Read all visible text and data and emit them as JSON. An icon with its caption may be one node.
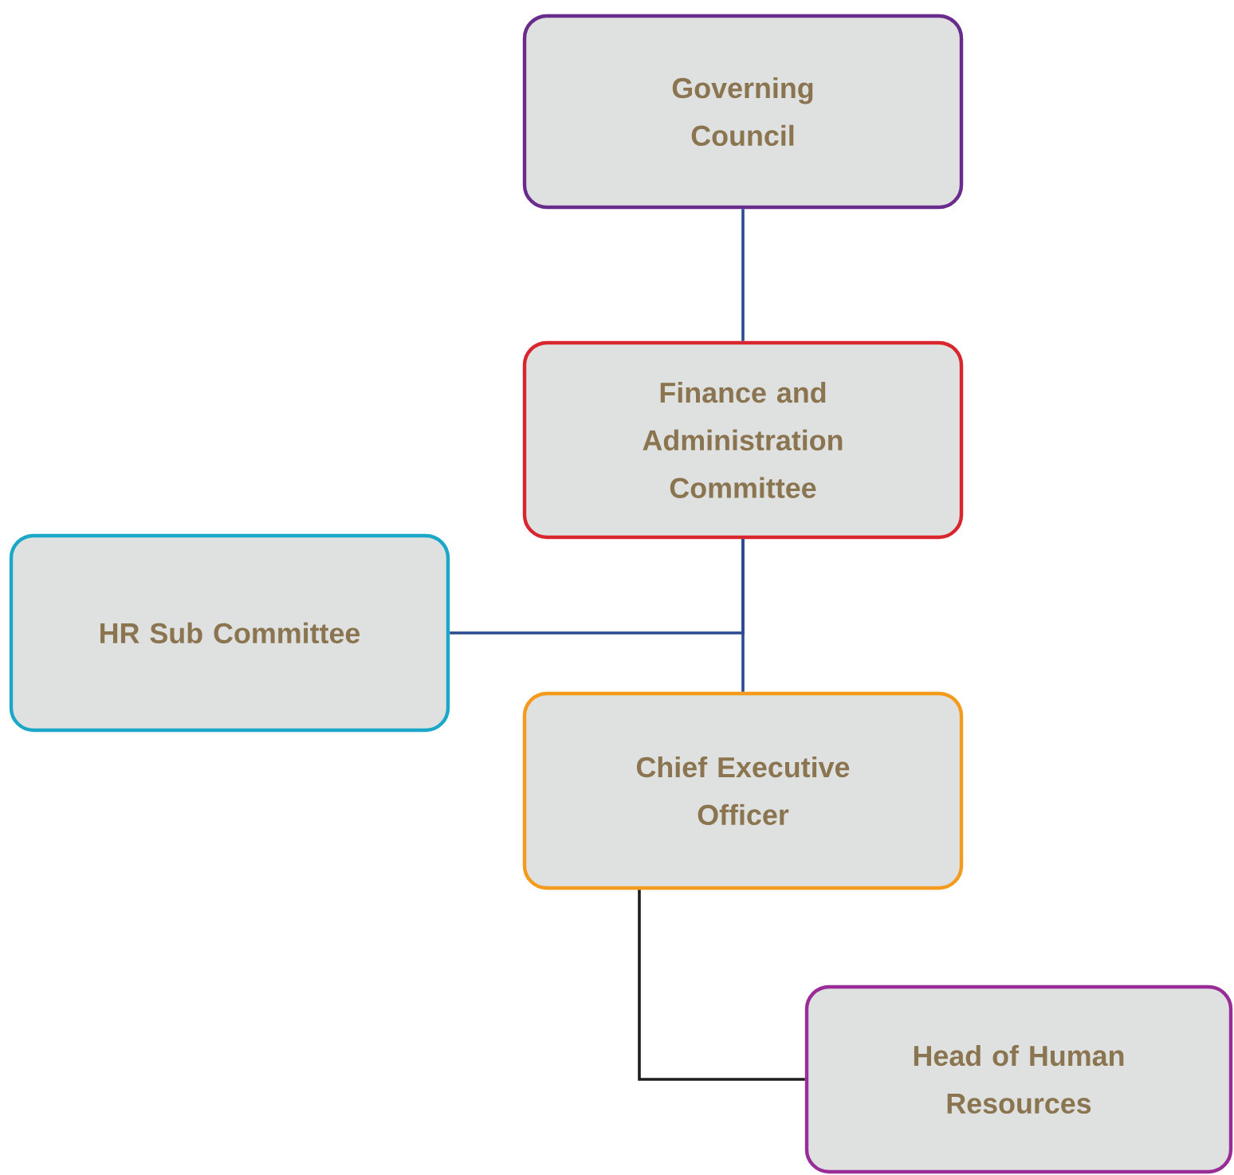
{
  "diagram": {
    "nodes": [
      {
        "text": [
          "Governing Council"
        ]
      },
      {
        "text": [
          "Finance and Administration Committee"
        ]
      },
      {
        "text": [
          "HR Sub Committee"
        ]
      },
      {
        "text": [
          "Chief Executive Officer"
        ]
      },
      {
        "text": [
          "Head of Human Resources"
        ]
      }
    ],
    "edges": [
      {
        "from": 0,
        "to": 1,
        "arrow": "none"
      },
      {
        "from": 2,
        "to": 1,
        "arrow": "none"
      },
      {
        "from": 1,
        "to": 3,
        "arrow": "none"
      },
      {
        "from": 3,
        "to": 4,
        "arrow": "none",
        "color": "#1e1e1e"
      }
    ]
  }
}
